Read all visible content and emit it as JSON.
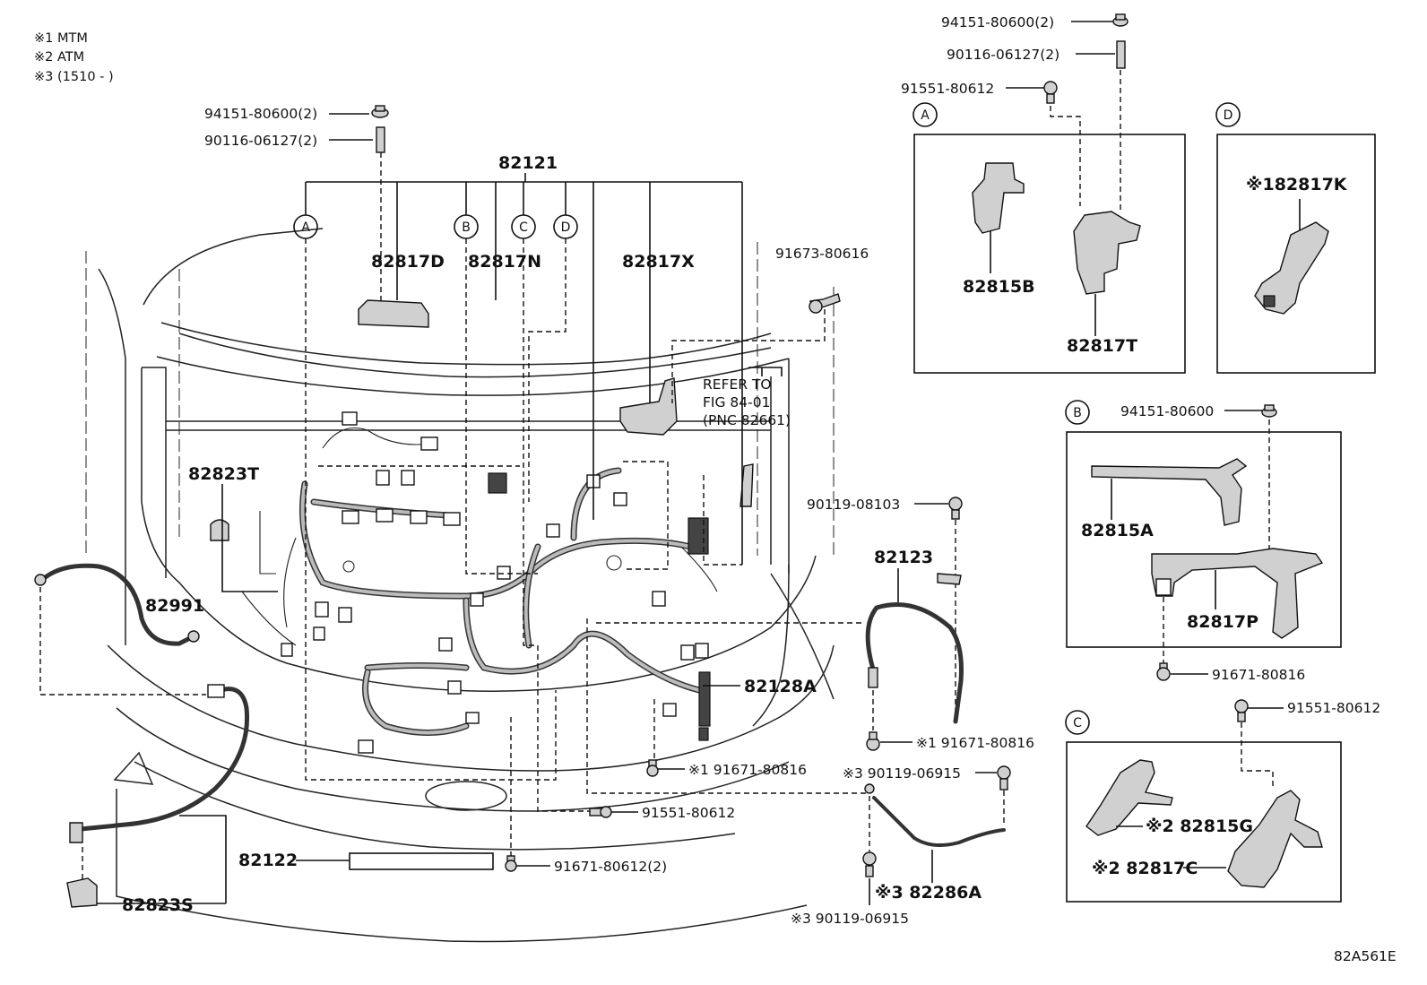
{
  "notes": [
    "※1 MTM",
    "※2 ATM",
    "※3 (1510 -      )"
  ],
  "figure_code": "82A561E",
  "refer": [
    "REFER TO",
    "FIG 84-01",
    "(PNC 82661)"
  ],
  "detail_markers": [
    "A",
    "B",
    "C",
    "D"
  ],
  "main": {
    "harness": "82121",
    "bolt_nut_top": "94151-80600(2)",
    "bolt_stud_top": "90116-06127(2)",
    "clamp_d": "82817D",
    "clamp_n": "82817N",
    "clamp_x": "82817X",
    "bolt_91673": "91673-80616",
    "clamp_t": "82823T",
    "cable_82991": "82991",
    "protector_82128a": "82128A",
    "bolt_mtm_front": "※1 91671-80816",
    "bolt_91551_low": "91551-80612",
    "bolt_91671_2": "91671-80612(2)",
    "harness_82122": "82122",
    "cover_82823s": "82823S"
  },
  "ground": {
    "cable_82123": "82123",
    "bolt_90119_08103": "90119-08103",
    "bolt_mtm_right": "※1 91671-80816",
    "bolt_90119_top": "※3 90119-06915",
    "cable_82286a": "※3 82286A",
    "bolt_90119_bottom": "※3 90119-06915"
  },
  "top_right": {
    "nut": "94151-80600(2)",
    "stud": "90116-06127(2)",
    "bolt": "91551-80612"
  },
  "detail_a": {
    "bracket_b": "82815B",
    "clamp_t": "82817T"
  },
  "detail_d": {
    "clamp_k": "※182817K"
  },
  "detail_b": {
    "nut": "94151-80600",
    "bracket_a": "82815A",
    "clamp_p": "82817P",
    "bolt": "91671-80816"
  },
  "detail_c": {
    "bolt": "91551-80612",
    "bracket_g": "※2 82815G",
    "clamp_c": "※2 82817C"
  }
}
